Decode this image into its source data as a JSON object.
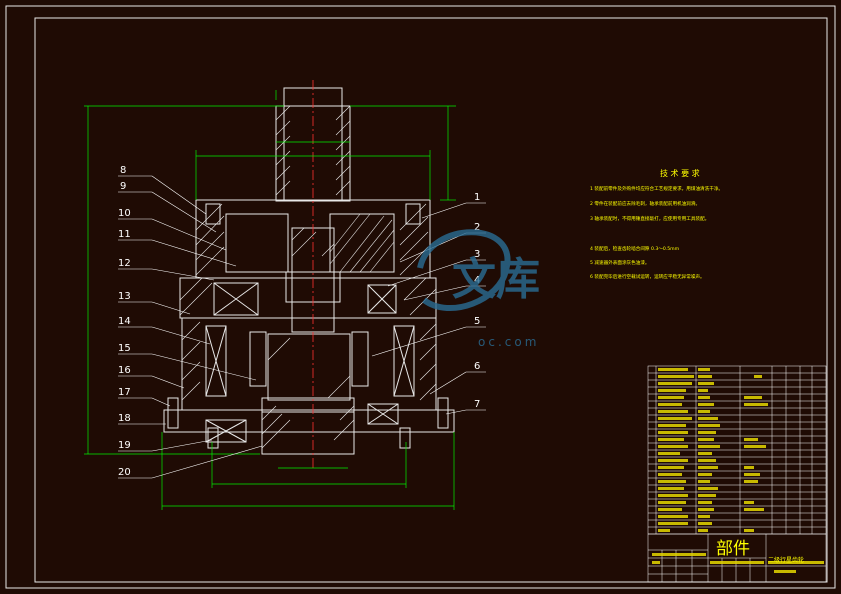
{
  "colors": {
    "background": "#1f0b04",
    "frame": "#e8e8e8",
    "drawing": "#e8e8e8",
    "dimension": "#00ee00",
    "leader": "#ffffff",
    "centerline": "#ff3030",
    "notes_text": "#ffff00",
    "title_text": "#ffff00",
    "title_lines": "#ffffff",
    "watermark": "#2a6d94"
  },
  "part_callouts": [
    "1",
    "2",
    "3",
    "4",
    "5",
    "6",
    "7",
    "8",
    "9",
    "10",
    "11",
    "12",
    "13",
    "14",
    "15",
    "16",
    "17",
    "18",
    "19",
    "20"
  ],
  "tech_requirements": {
    "title": "技 术 要 求",
    "items": [
      "1 装配前零件及外购件均应符合工艺规定要求，用煤油清洗干净。",
      "2 零件在装配前应去除毛刺，轴承装配前用机油润滑。",
      "3 轴承装配时，不得用锤直接敲打，应使用专用工具装配。",
      "4 装配后，检查齿轮啮合间隙 0.3～0.5mm",
      "5 减速器外表面涂灰色油漆。",
      "6 装配完毕后进行空载试运转，运转应平稳无异常噪声。"
    ]
  },
  "title_block": {
    "big_label": "部件",
    "drawing_name": "二级行星齿轮"
  },
  "watermark": {
    "text": "文库",
    "sub": "oc.com"
  }
}
